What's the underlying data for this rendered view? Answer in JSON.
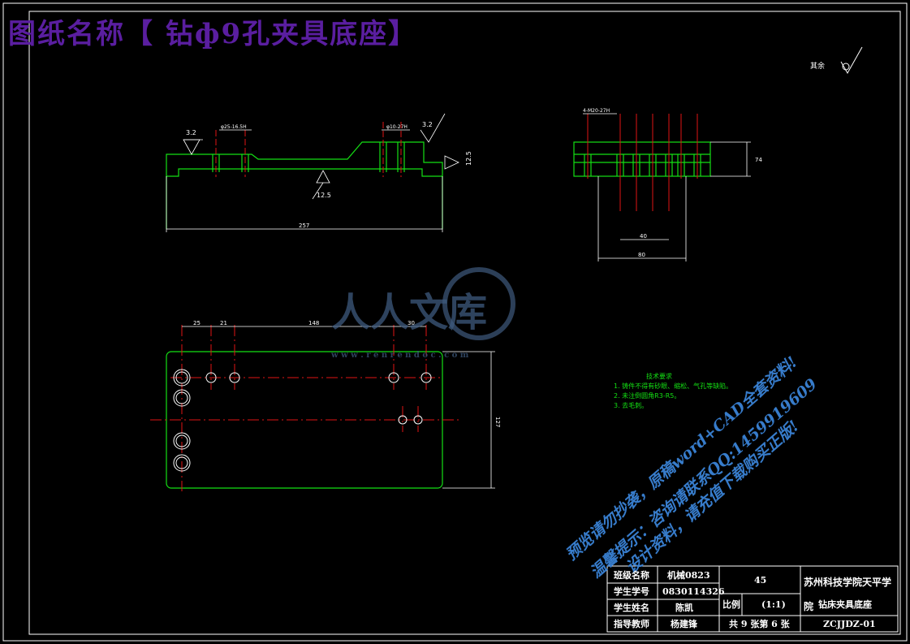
{
  "banner": {
    "title": "图纸名称【 钻ф9孔夹具底座】"
  },
  "roughness": {
    "other_label": "其余"
  },
  "front_view": {
    "roughness_left": "3.2",
    "roughness_right": "3.2",
    "roughness_bottom": "12.5",
    "roughness_side": "12.5",
    "hole_left": "φ25-16.5H",
    "hole_right": "φ10-27H",
    "length_dim": "257"
  },
  "side_view": {
    "hole_note": "4-M20-27H",
    "height_dim": "74",
    "width_inner": "40",
    "width_outer": "80"
  },
  "plan_view": {
    "dims": [
      "25",
      "21",
      "148",
      "30"
    ],
    "height_dim": "127"
  },
  "logo": {
    "main": "人人文库",
    "url": "w w w . r e n r e n d o c . c o m"
  },
  "tech_notes": {
    "heading": "技术要求",
    "items": [
      "1. 铸件不得有砂眼、缩松、气孔等缺陷。",
      "2. 未注倒圆角R3-R5。",
      "3. 去毛刺。"
    ]
  },
  "watermark": {
    "line1": "预览请勿抄袭，原稿word+CAD全套资料!",
    "line2": "温馨提示：咨询请联系QQ:1459919609",
    "line3": "设计资料，请充值下载购买正版!"
  },
  "title_block": {
    "class_label": "班级名称",
    "class_value": "机械0823",
    "student_id_label": "学生学号",
    "student_id_value": "0830114326",
    "student_name_label": "学生姓名",
    "student_name_value": "陈凯",
    "teacher_label": "指导教师",
    "teacher_value": "杨建锋",
    "material": "45",
    "school": "苏州科技学院天平学院",
    "part_name": "钻床夹具底座",
    "scale_label": "比例",
    "scale_value": "(1:1)",
    "sheet_info": "共 9 张第 6 张",
    "drawing_no": "ZCJJDZ-01"
  }
}
